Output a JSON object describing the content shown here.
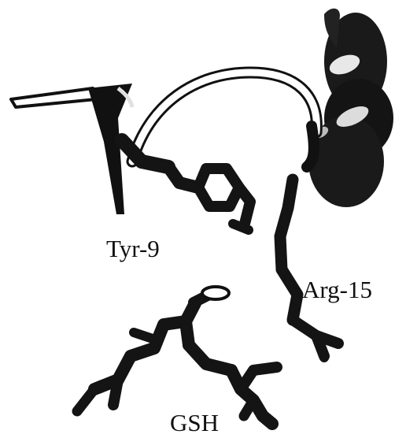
{
  "labels": {
    "tyr": "Tyr-9",
    "arg": "Arg-15",
    "gsh": "GSH"
  },
  "colors": {
    "stick": "#141414",
    "ribbon_fill": "#ffffff",
    "helix_dark": "#1a1a1a",
    "background": "#ffffff"
  }
}
